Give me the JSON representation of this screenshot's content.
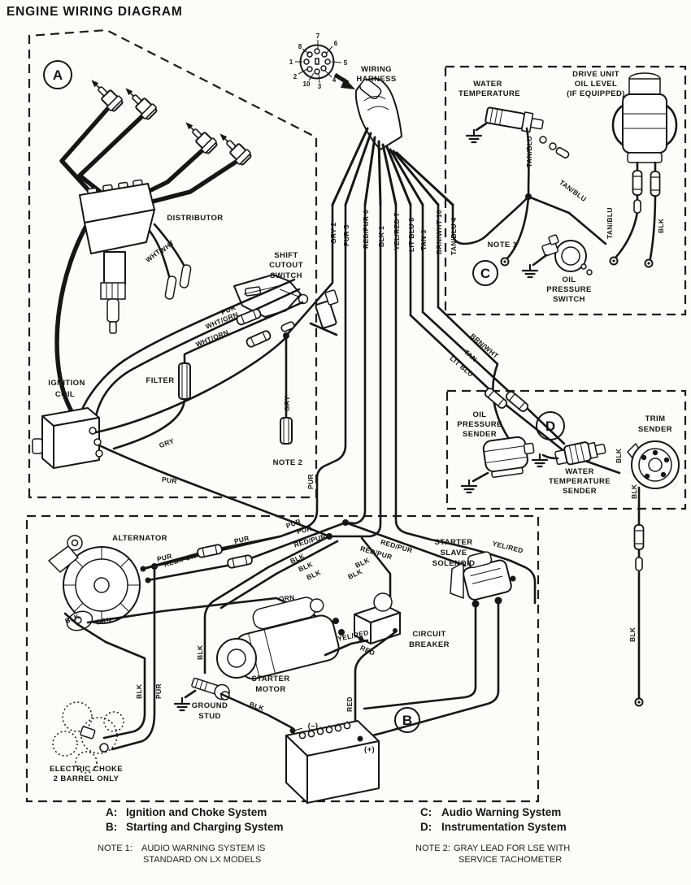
{
  "title": "ENGINE WIRING DIAGRAM",
  "badges": {
    "a": "A",
    "b": "B",
    "c": "C",
    "d": "D"
  },
  "connector": {
    "pins": [
      "8",
      "7",
      "6",
      "1",
      "5",
      "2",
      "10",
      "3",
      "4"
    ]
  },
  "harness": {
    "line1": "WIRING",
    "line2": "HARNESS",
    "wires": [
      "GRY 2",
      "PUR 5",
      "RED/PUR 6",
      "BLK 1",
      "YEL/RED 7",
      "LIT BLU 8",
      "TAN 3",
      "BRN/WHT 10",
      "TAN/BLU 4"
    ]
  },
  "region_a": {
    "distributor": "DISTRIBUTOR",
    "wht_1": "WHT",
    "wht_2": "WHT",
    "shift_1": "SHIFT",
    "shift_2": "CUTOUT",
    "shift_3": "SWITCH",
    "pur_shift": "PUR",
    "wht_grn": "WHT/GRN",
    "wht_orn": "WHT/ORN",
    "coil_1": "IGNITION",
    "coil_2": "COIL",
    "filter": "FILTER",
    "gry_coil": "GRY",
    "pur_coil": "PUR",
    "gry_tach": "GRY",
    "note2": "NOTE 2"
  },
  "region_c": {
    "water_temp_1": "WATER",
    "water_temp_2": "TEMPERATURE",
    "drive_1": "DRIVE UNIT",
    "drive_2": "OIL LEVEL",
    "drive_3": "(IF EQUIPPED)",
    "note1": "NOTE 1",
    "ops_1": "OIL",
    "ops_2": "PRESSURE",
    "ops_3": "SWITCH",
    "tan_blu_1": "TAN/BLU",
    "tan_blu_2": "TAN/BLU",
    "tan_blu_3": "TAN/BLU",
    "blk": "BLK"
  },
  "region_d": {
    "sender_1": "OIL",
    "sender_2": "PRESSURE",
    "sender_3": "SENDER",
    "wts_1": "WATER",
    "wts_2": "TEMPERATURE",
    "wts_3": "SENDER",
    "trim_1": "TRIM",
    "trim_2": "SENDER",
    "blk_1": "BLK",
    "blk_2": "BLK"
  },
  "d_feed": {
    "brn_wht": "BRN/WHT",
    "tan": "TAN",
    "lit_blu": "LIT BLU"
  },
  "right_drop": {
    "blk": "BLK"
  },
  "region_b": {
    "alternator": "ALTERNATOR",
    "pur_1": "PUR",
    "pur_2": "PUR",
    "pur_3": "PUR",
    "pur_4": "PUR",
    "pur_vert": "PUR",
    "red_pur_1": "RED/PUR",
    "red_pur_2": "RED/PUR",
    "red_pur_3": "RED/PUR",
    "red_pur_4": "RED/PUR",
    "blk_1": "BLK",
    "blk_2": "BLK",
    "blk_3": "BLK",
    "blk_4": "BLK",
    "blk_5": "BLK",
    "orn_1": "ORN",
    "orn_2": "ORN",
    "sss_1": "STARTER",
    "sss_2": "SLAVE",
    "sss_3": "SOLENOID",
    "cb_1": "CIRCUIT",
    "cb_2": "BREAKER",
    "yel_red_1": "YEL/RED",
    "yel_red_2": "YEL/RED",
    "red_1": "RED",
    "red_vert": "RED",
    "sm_1": "STARTER",
    "sm_2": "MOTOR",
    "gs_1": "GROUND",
    "gs_2": "STUD",
    "choke_1": "ELECTRIC CHOKE",
    "choke_2": "2 BARREL ONLY",
    "blk_choke": "BLK",
    "pur_choke": "PUR",
    "blk_stud": "BLK",
    "blk_bat": "BLK",
    "bat_neg": "(–)",
    "bat_pos": "(+)"
  },
  "legend": {
    "a_key": "A:",
    "a_label": "Ignition and Choke System",
    "b_key": "B:",
    "b_label": "Starting and Charging System",
    "c_key": "C:",
    "c_label": "Audio Warning System",
    "d_key": "D:",
    "d_label": "Instrumentation System",
    "n1_key": "NOTE 1:",
    "n1_line1": "AUDIO WARNING SYSTEM IS",
    "n1_line2": "STANDARD ON LX MODELS",
    "n2_key": "NOTE 2:",
    "n2_line1": "GRAY LEAD FOR LSE WITH",
    "n2_line2": "SERVICE TACHOMETER"
  }
}
